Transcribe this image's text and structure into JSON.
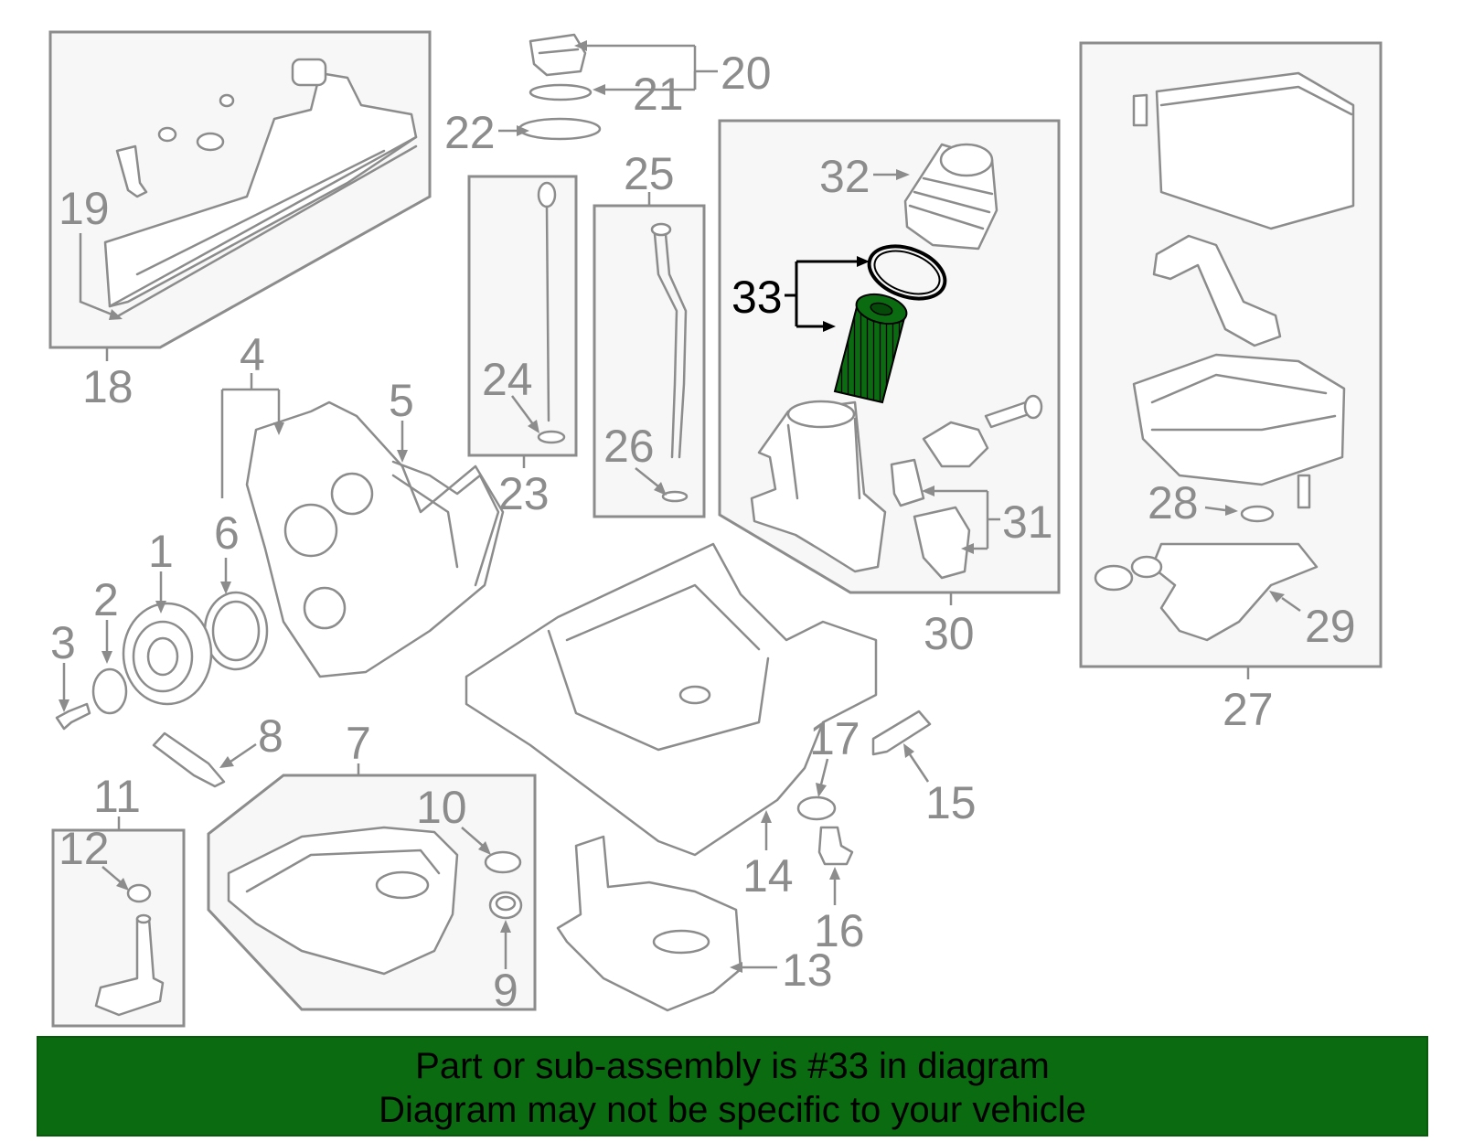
{
  "callouts": {
    "c1": "1",
    "c2": "2",
    "c3": "3",
    "c4": "4",
    "c5": "5",
    "c6": "6",
    "c7": "7",
    "c8": "8",
    "c9": "9",
    "c10": "10",
    "c11": "11",
    "c12": "12",
    "c13": "13",
    "c14": "14",
    "c15": "15",
    "c16": "16",
    "c17": "17",
    "c18": "18",
    "c19": "19",
    "c20": "20",
    "c21": "21",
    "c22": "22",
    "c23": "23",
    "c24": "24",
    "c25": "25",
    "c26": "26",
    "c27": "27",
    "c28": "28",
    "c29": "29",
    "c30": "30",
    "c31": "31",
    "c32": "32",
    "c33": "33"
  },
  "highlight": {
    "part": "33",
    "color": "#0b6b10"
  },
  "colors": {
    "line_gray": "#8c8c8c",
    "highlight_green": "#0b6b10",
    "banner_green": "#0b6b10"
  },
  "banner": {
    "line1": "Part or sub-assembly is #33 in diagram",
    "line2": "Diagram may not be specific to your vehicle"
  }
}
